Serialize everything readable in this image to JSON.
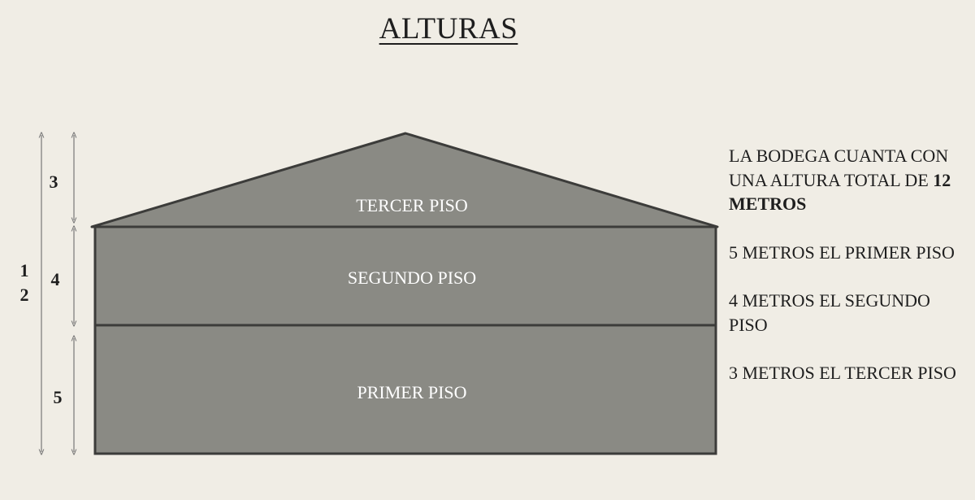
{
  "title": "ALTURAS",
  "floors": {
    "third": "TERCER PISO",
    "second": "SEGUNDO PISO",
    "first": "PRIMER PISO"
  },
  "dimensions": {
    "third": "3",
    "second": "4",
    "first": "5",
    "total_line1": "1",
    "total_line2": "2"
  },
  "info": {
    "total_line1": "LA BODEGA CUANTA CON",
    "total_line2_prefix": "UNA ALTURA TOTAL DE ",
    "total_value": "12",
    "total_unit": "METROS",
    "first_floor": "5 METROS EL PRIMER PISO",
    "second_floor_line1": "4 METROS EL SEGUNDO",
    "second_floor_line2": "PISO",
    "third_floor": "3 METROS EL TERCER PISO"
  },
  "colors": {
    "background": "#f0ede5",
    "building_fill": "#8a8a84",
    "outline": "#3c3c3a",
    "floor_text": "#ffffff"
  }
}
